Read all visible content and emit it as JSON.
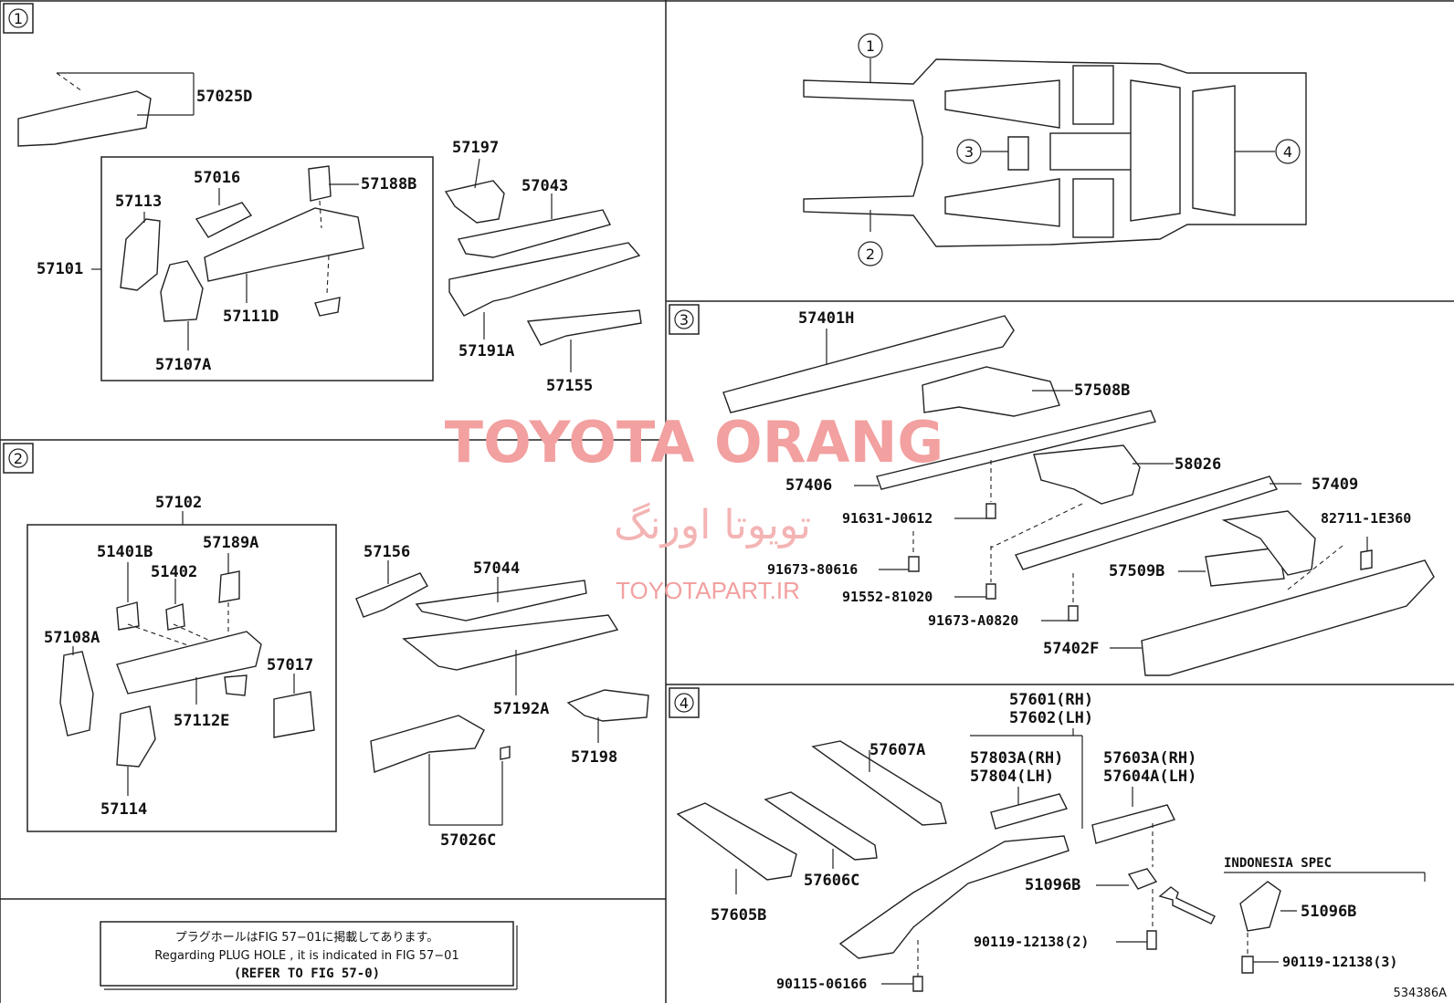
{
  "sections": {
    "s1": "1",
    "s2": "2",
    "s3": "3",
    "s4": "4",
    "ov1": "1",
    "ov2": "2",
    "ov3": "3",
    "ov4": "4"
  },
  "parts": {
    "p57025D": "57025D",
    "p57101": "57101",
    "p57113": "57113",
    "p57016": "57016",
    "p57188B": "57188B",
    "p57111D": "57111D",
    "p57107A": "57107A",
    "p57197": "57197",
    "p57043": "57043",
    "p57191A": "57191A",
    "p57155": "57155",
    "p57102": "57102",
    "p51401B": "51401B",
    "p51402": "51402",
    "p57189A": "57189A",
    "p57108A": "57108A",
    "p57017": "57017",
    "p57112E": "57112E",
    "p57114": "57114",
    "p57156": "57156",
    "p57044": "57044",
    "p57192A": "57192A",
    "p57198": "57198",
    "p57026C": "57026C",
    "p57401H": "57401H",
    "p57508B": "57508B",
    "p58026": "58026",
    "p57406": "57406",
    "p57409": "57409",
    "p91631": "91631-J0612",
    "p82711": "82711-1E360",
    "p91673_80616": "91673-80616",
    "p57509B": "57509B",
    "p91552": "91552-81020",
    "p91673_A0820": "91673-A0820",
    "p57402F": "57402F",
    "p57601": "57601(RH)",
    "p57602": "57602(LH)",
    "p57607A": "57607A",
    "p57803A": "57803A(RH)",
    "p57804": "57804(LH)",
    "p57603A": "57603A(RH)",
    "p57604A": "57604A(LH)",
    "p57606C": "57606C",
    "p57605B": "57605B",
    "p51096B_a": "51096B",
    "p51096B_b": "51096B",
    "p90119_a": "90119-12138(2)",
    "p90119_b": "90119-12138(3)",
    "p90115": "90115-06166"
  },
  "indonesia_spec": "INDONESIA SPEC",
  "note": {
    "jp": "プラグホールはFIG 57−01に掲載してあります。",
    "en": "Regarding  PLUG  HOLE , it is indicated in FIG  57−01",
    "ref": "(REFER TO FIG 57-0)"
  },
  "watermark": {
    "title": "TOYOTA ORANG",
    "persian": "تویوتا اورنگ",
    "url": "TOYOTAPART.IR"
  },
  "figure_id": "534386A"
}
